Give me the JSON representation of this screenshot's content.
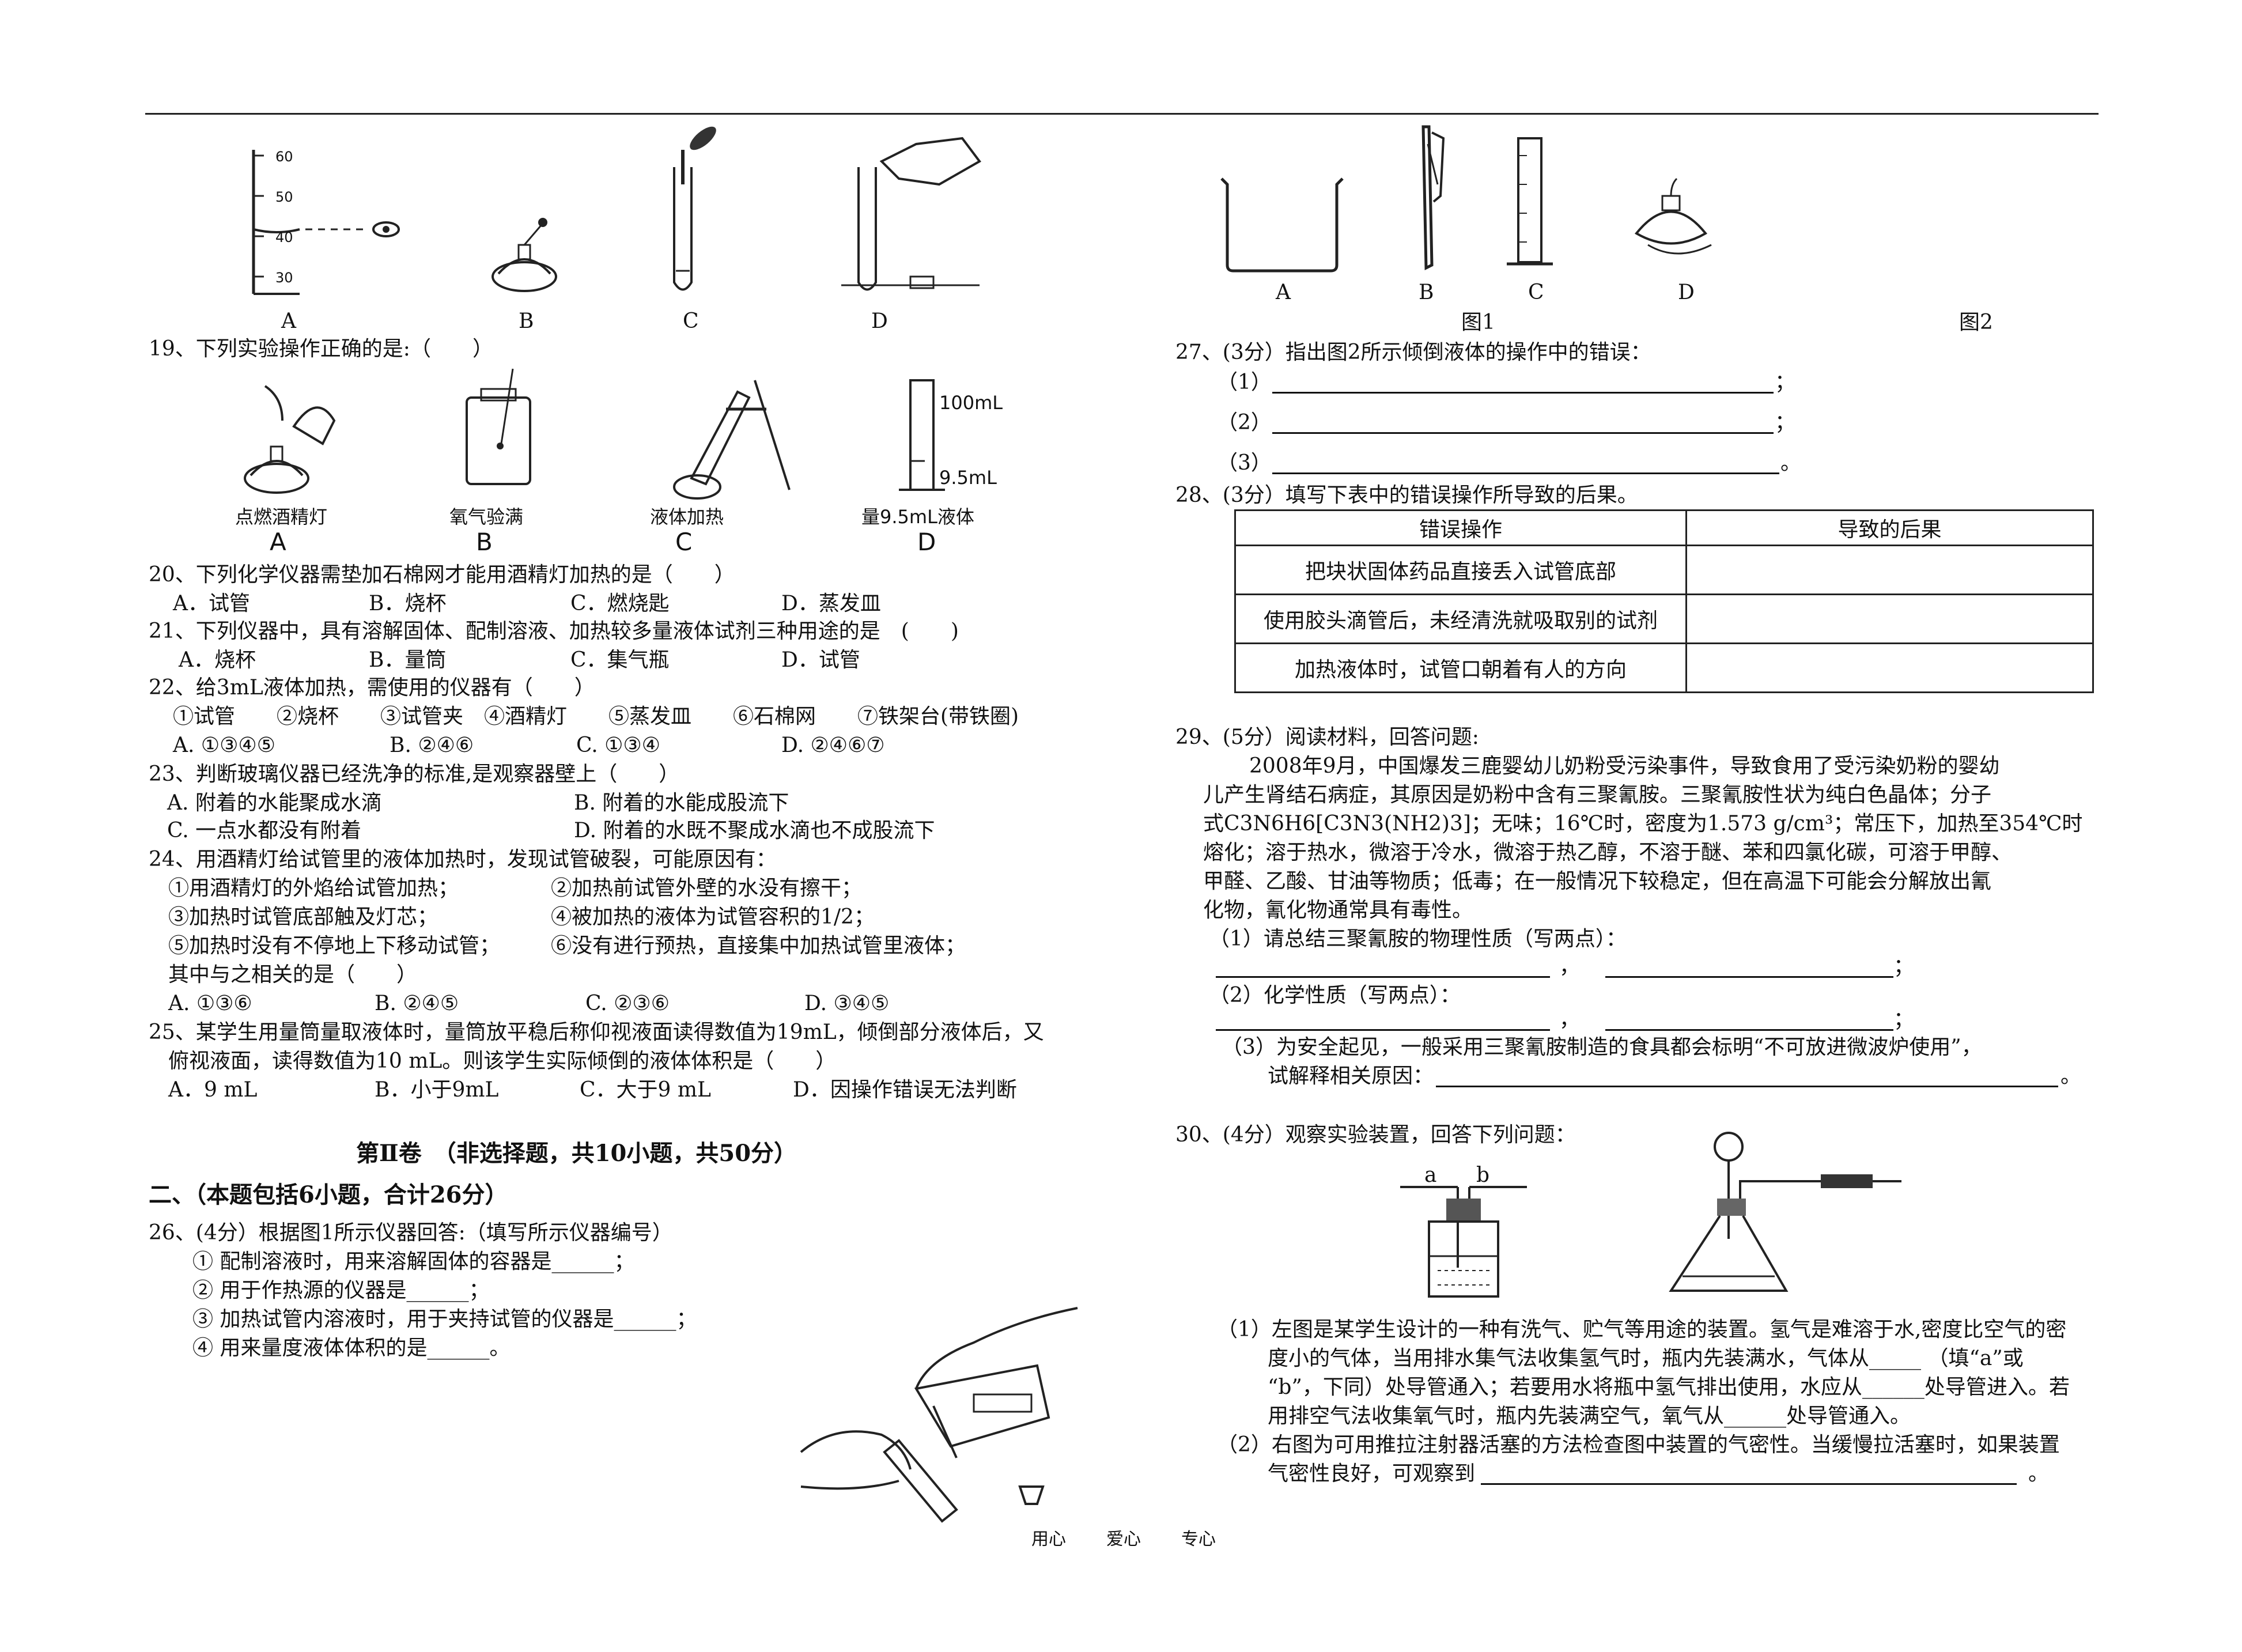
{
  "left": {
    "fig_top_labels": [
      "A",
      "B",
      "C",
      "D"
    ],
    "cylinder_ticks": [
      "60",
      "50",
      "40",
      "30"
    ],
    "q19": "19、下列实验操作正确的是:（　　）",
    "q19_items": [
      {
        "caption": "点燃酒精灯",
        "letter": "A"
      },
      {
        "caption": "氧气验满",
        "letter": "B"
      },
      {
        "caption": "液体加热",
        "letter": "C"
      },
      {
        "caption": "量9.5mL液体",
        "letter": "D"
      }
    ],
    "q19_d_labels": [
      "100mL",
      "9.5mL"
    ],
    "q20": "20、下列化学仪器需垫加石棉网才能用酒精灯加热的是（　　）",
    "q20_opts": [
      "A．试管",
      "B．烧杯",
      "C．燃烧匙",
      "D．蒸发皿"
    ],
    "q21": "21、下列仪器中，具有溶解固体、配制溶液、加热较多量液体试剂三种用途的是　(　　)",
    "q21_opts": [
      "A．烧杯",
      "B．量筒",
      "C．集气瓶",
      "D．试管"
    ],
    "q22": "22、给3mL液体加热，需使用的仪器有（　　）",
    "q22_items": "①试管　　②烧杯　　③试管夹　④酒精灯　　⑤蒸发皿　　⑥石棉网　　⑦铁架台(带铁圈)",
    "q22_opts": [
      "A. ①③④⑤",
      "B. ②④⑥",
      "C. ①③④",
      "D. ②④⑥⑦"
    ],
    "q23": "23、判断玻璃仪器已经洗净的标准,是观察器壁上（　　）",
    "q23_opts": [
      "A. 附着的水能聚成水滴",
      "B. 附着的水能成股流下",
      "C. 一点水都没有附着",
      "D. 附着的水既不聚成水滴也不成股流下"
    ],
    "q24": "24、用酒精灯给试管里的液体加热时，发现试管破裂，可能原因有：",
    "q24_lines": [
      [
        "①用酒精灯的外焰给试管加热；",
        "②加热前试管外壁的水没有擦干；"
      ],
      [
        "③加热时试管底部触及灯芯；",
        "④被加热的液体为试管容积的1/2；"
      ],
      [
        "⑤加热时没有不停地上下移动试管；",
        "⑥没有进行预热，直接集中加热试管里液体；"
      ]
    ],
    "q24_tail": "其中与之相关的是（　　）",
    "q24_opts": [
      "A. ①③⑥",
      "B. ②④⑤",
      "C. ②③⑥",
      "D. ③④⑤"
    ],
    "q25_l1": "25、某学生用量筒量取液体时，量筒放平稳后称仰视液面读得数值为19mL，倾倒部分液体后，又",
    "q25_l2": "俯视液面，读得数值为10 mL。则该学生实际倾倒的液体体积是（　　）",
    "q25_opts": [
      "A．9 mL",
      "B．小于9mL",
      "C．大于9 mL",
      "D．因操作错误无法判断"
    ],
    "part2_title": "第Ⅱ卷　（非选择题，共10小题，共50分）",
    "section2": "二、（本题包括6小题，合计26分）",
    "q26": "26、(4分）根据图1所示仪器回答:（填写所示仪器编号）",
    "q26_lines": [
      "① 配制溶液时，用来溶解固体的容器是______；",
      "② 用于作热源的仪器是______；",
      "③ 加热试管内溶液时，用于夹持试管的仪器是______；",
      "④ 用来量度液体体积的是______。"
    ]
  },
  "right": {
    "fig1_labels": [
      "A",
      "B",
      "C",
      "D"
    ],
    "fig1_caption": "图1",
    "fig2_caption": "图2",
    "q27": "27、(3分）指出图2所示倾倒液体的操作中的错误：",
    "q27_marks": [
      "（1）",
      "（2）",
      "（3）"
    ],
    "q27_ends": [
      "；",
      "；",
      "。"
    ],
    "q28": "28、(3分）填写下表中的错误操作所导致的后果。",
    "q28_table": {
      "headers": [
        "错误操作",
        "导致的后果"
      ],
      "rows": [
        [
          "把块状固体药品直接丢入试管底部",
          ""
        ],
        [
          "使用胶头滴管后，未经清洗就吸取别的试剂",
          ""
        ],
        [
          "加热液体时，试管口朝着有人的方向",
          ""
        ]
      ]
    },
    "q29": "29、(5分）阅读材料，回答问题:",
    "q29_passage": [
      "2008年9月，中国爆发三鹿婴幼儿奶粉受污染事件，导致食用了受污染奶粉的婴幼",
      "儿产生肾结石病症，其原因是奶粉中含有三聚氰胺。三聚氰胺性状为纯白色晶体；分子",
      "式C3N6H6[C3N3(NH2)3]；无味；16℃时，密度为1.573 g/cm³；常压下，加热至354℃时",
      "熔化；溶于热水，微溶于冷水，微溶于热乙醇，不溶于醚、苯和四氯化碳，可溶于甲醇、",
      "甲醛、乙酸、甘油等物质；低毒；在一般情况下较稳定，但在高温下可能会分解放出氰",
      "化物，氰化物通常具有毒性。"
    ],
    "q29_sub1": "（1）请总结三聚氰胺的物理性质（写两点）：",
    "q29_sub2": "（2）化学性质（写两点）：",
    "q29_sub3_l1": "（3）为安全起见，一般采用三聚氰胺制造的食具都会标明“不可放进微波炉使用”，",
    "q29_sub3_l2": "试解释相关原因：",
    "q30": "30、(4分）观察实验装置，回答下列问题：",
    "q30_ab": [
      "a",
      "b"
    ],
    "q30_p1": [
      "（1）左图是某学生设计的一种有洗气、贮气等用途的装置。氢气是难溶于水,密度比空气的密",
      "度小的气体，当用排水集气法收集氢气时，瓶内先装满水，气体从_____ （填“a”或",
      "“b”，下同）处导管通入；若要用水将瓶中氢气排出使用，水应从______处导管进入。若",
      "用排空气法收集氧气时，瓶内先装满空气，氧气从______处导管通入。"
    ],
    "q30_p2_l1": "（2）右图为可用推拉注射器活塞的方法检查图中装置的气密性。当缓慢拉活塞时，如果装置",
    "q30_p2_l2": "气密性良好，可观察到"
  },
  "footer": [
    "用心",
    "爱心",
    "专心"
  ]
}
